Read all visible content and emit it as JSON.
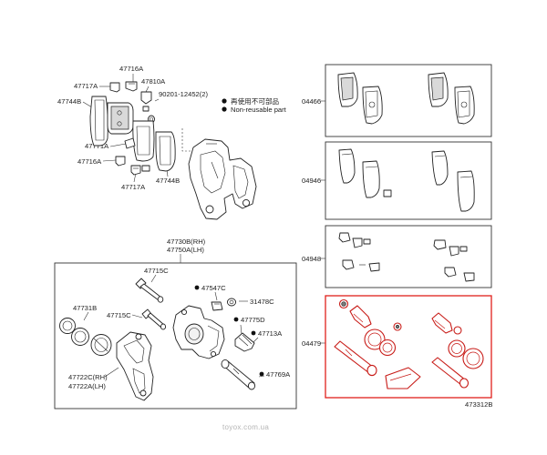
{
  "labels": {
    "p47717A_top": "47717A",
    "p47716A_top": "47716A",
    "p47810A": "47810A",
    "p47744B_left": "47744B",
    "p90201": "90201-12452(2)",
    "p47771A": "47771A",
    "p47716A_bot": "47716A",
    "p47717A_bot": "47717A",
    "p47744B_bot": "47744B",
    "p47730B": "47730B(RH)",
    "p47750A": "47750A(LH)",
    "p47715C_top": "47715C",
    "p47547C": "47547C",
    "p31478C": "31478C",
    "p47731B": "47731B",
    "p47715C_mid": "47715C",
    "p47775D": "47775D",
    "p47713A": "47713A",
    "p47722C": "47722C(RH)",
    "p47722A": "47722A(LH)",
    "p47769A": "47769A",
    "kit04466": "04466",
    "kit04946": "04946",
    "kit04948": "04948",
    "kit04479": "04479"
  },
  "legend": {
    "jp": "再使用不可部品",
    "en": "Non-reusable part"
  },
  "diagram_id": "473312B",
  "website": "toyox.com.ua",
  "highlight_color": "#e0211b"
}
